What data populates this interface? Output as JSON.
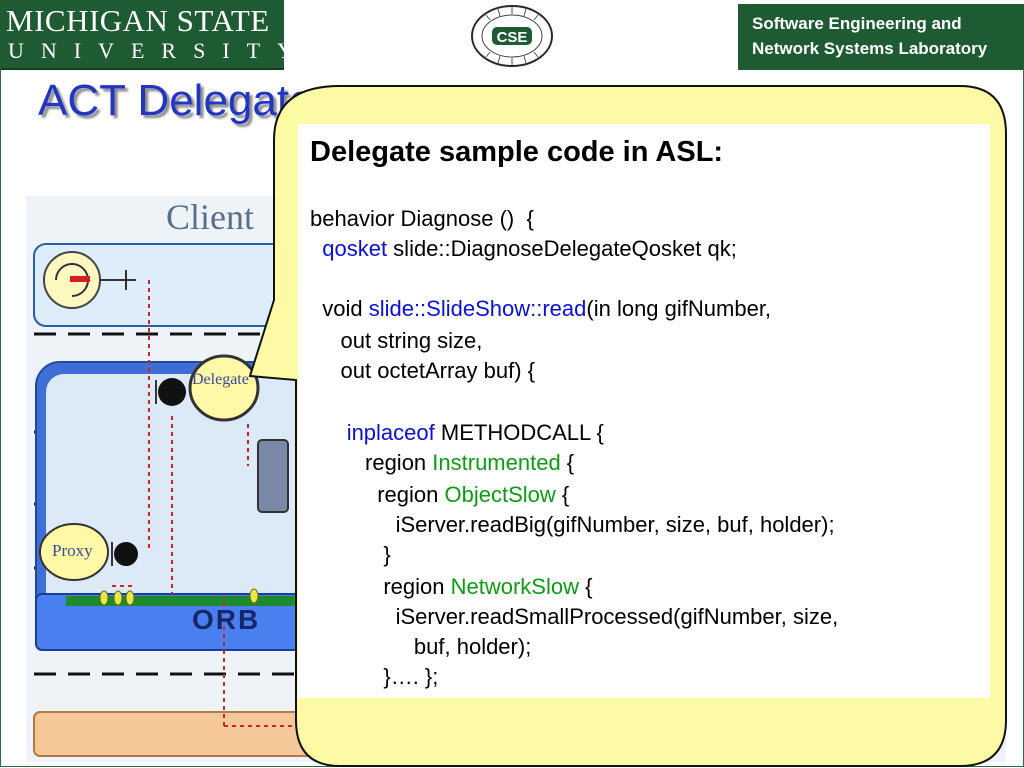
{
  "header": {
    "msu_line1": "MICHIGAN STATE",
    "msu_line2": "UNIVERSITY",
    "seal_text": "CSE",
    "lab_line1": "Software Engineering and",
    "lab_line2": "Network Systems Laboratory"
  },
  "slide": {
    "title": "ACT Delegate"
  },
  "diagram": {
    "client_label": "Client",
    "delegate_label": "Delegate",
    "proxy_label": "Proxy",
    "orb_label": "ORB"
  },
  "callout": {
    "heading": "Delegate sample code in ASL:",
    "lines": [
      {
        "pre": "behavior Diagnose ()  {",
        "kw": "",
        "post": ""
      },
      {
        "pre": "  ",
        "kw": "qosket",
        "post": " slide::DiagnoseDelegateQosket qk;"
      },
      {
        "pre": "  void ",
        "kw": "slide::SlideShow::read",
        "post": "(in long gifNumber,"
      },
      {
        "pre": "     out string size,",
        "kw": "",
        "post": ""
      },
      {
        "pre": "     out octetArray buf) {",
        "kw": "",
        "post": ""
      },
      {
        "pre": "      ",
        "kw": "inplaceof",
        "post": " METHODCALL {"
      },
      {
        "pre": "         region ",
        "kw": "Instrumented",
        "post": " {"
      },
      {
        "pre": "           region ",
        "kw": "ObjectSlow",
        "post": " {"
      },
      {
        "pre": "              iServer.readBig(gifNumber, size, buf, holder);",
        "kw": "",
        "post": ""
      },
      {
        "pre": "            }",
        "kw": "",
        "post": ""
      },
      {
        "pre": "            region ",
        "kw": "NetworkSlow",
        "post": " {"
      },
      {
        "pre": "              iServer.readSmallProcessed(gifNumber, size,",
        "kw": "",
        "post": ""
      },
      {
        "pre": "                 buf, holder);",
        "kw": "",
        "post": ""
      },
      {
        "pre": "            }…. };",
        "kw": "",
        "post": ""
      }
    ]
  },
  "colors": {
    "msu_green": "#1e5a32",
    "title_blue": "#2236c4",
    "callout_yellow": "#fdfaa6",
    "keyword_blue": "#0a10d8",
    "keyword_green": "#0f9a14"
  }
}
